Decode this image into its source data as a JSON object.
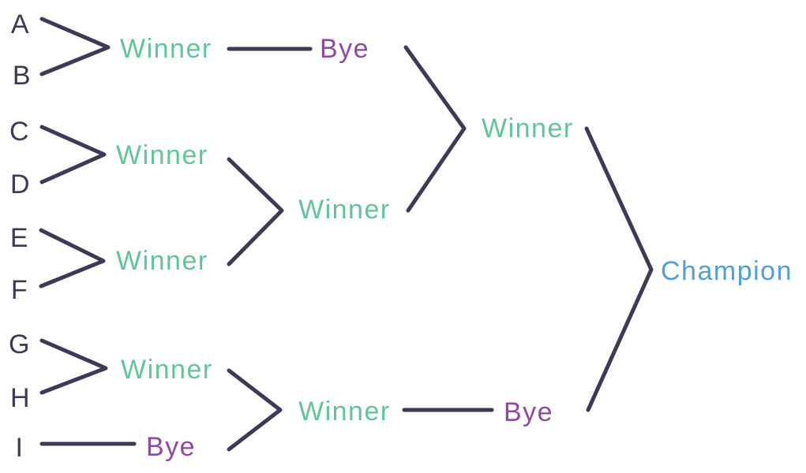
{
  "diagram_type": "single-elimination-tournament-bracket",
  "colors": {
    "background": "#ffffff",
    "line": "#3d3a55",
    "participant": "#3d3a55",
    "winner": "#60c697",
    "bye": "#8f49a5",
    "champion": "#4da0d9"
  },
  "nodes": {
    "round1": {
      "a": "A",
      "b": "B",
      "c": "C",
      "d": "D",
      "e": "E",
      "f": "F",
      "g": "G",
      "h": "H",
      "i": "I"
    },
    "round1_results": {
      "ab": "Winner",
      "cd": "Winner",
      "ef": "Winner",
      "gh": "Winner",
      "i_bye": "Bye"
    },
    "round2_results": {
      "ab_bye": "Bye",
      "cdef": "Winner",
      "ghi": "Winner",
      "ghi_bye": "Bye"
    },
    "round3_results": {
      "semifinal": "Winner"
    },
    "final_result": {
      "champion": "Champion"
    }
  }
}
